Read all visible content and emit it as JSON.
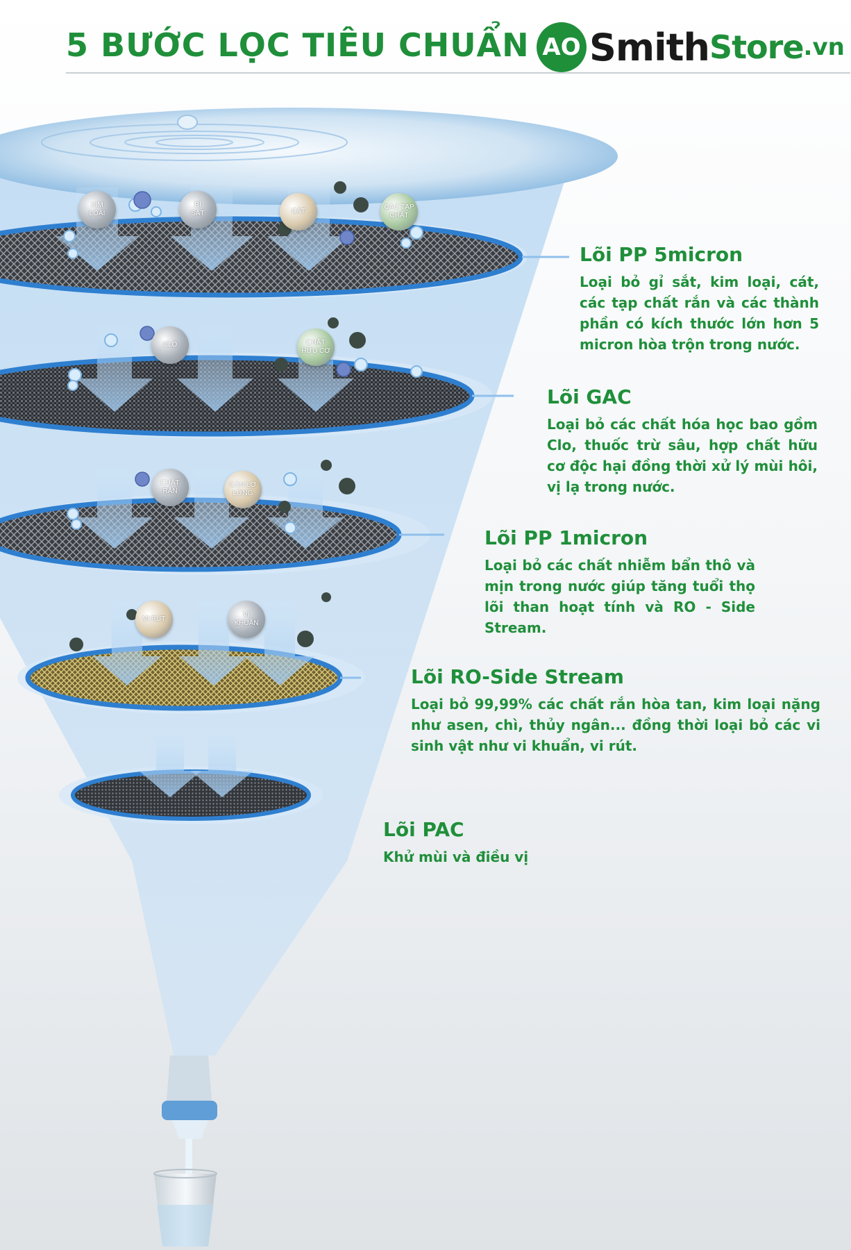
{
  "header": {
    "title": "5 BƯỚC LỌC TIÊU CHUẨN",
    "logo_badge": "AO",
    "logo_smith": "Smith",
    "logo_store": "Store",
    "logo_tld": ".vn"
  },
  "stages": [
    {
      "title": "Lõi PP 5micron",
      "description": "Loại bỏ gỉ sắt, kim loại, cát, các tạp chất rắn và các thành phần có kích thước lớn hơn 5 micron hòa trộn trong nước."
    },
    {
      "title": "Lõi GAC",
      "description": "Loại bỏ các chất hóa học bao gồm Clo, thuốc trừ sâu, hợp chất hữu cơ độc hại đồng thời xử lý mùi hôi, vị lạ trong nước."
    },
    {
      "title": "Lõi PP 1micron",
      "description": "Loại bỏ các chất nhiễm bẩn thô và mịn trong nước giúp tăng tuổi thọ lõi than hoạt tính và RO - Side Stream."
    },
    {
      "title": "Lõi RO-Side Stream",
      "description": "Loại bỏ 99,99% các chất rắn hòa tan, kim loại nặng như asen, chì, thủy ngân... đồng thời loại bỏ các vi sinh vật như vi khuẩn, vi rút."
    },
    {
      "title": "Lõi PAC",
      "description": "Khử mùi và điều vị"
    }
  ],
  "contaminants": {
    "kim_loai": [
      "KIM",
      "LOẠI"
    ],
    "ri_sat": [
      "RỈ",
      "SẮT"
    ],
    "cat": [
      "CÁT"
    ],
    "cac_tap_chat": [
      "CÁC TẠP",
      "CHẤT"
    ],
    "clo": [
      "CLO"
    ],
    "chat_huu_co": [
      "CHẤT",
      "HỮU CƠ"
    ],
    "chat_ran": [
      "CHẤT",
      "RẮN"
    ],
    "can_lo_lung": [
      "CẶN LƠ",
      "LỬNG"
    ],
    "vi_rut": [
      "VI RÚT"
    ],
    "vi_khuan": [
      "VI",
      "KHUẨN"
    ]
  },
  "colors": {
    "brand_green": "#1f8f3a",
    "water_blue": "#3b8fd8",
    "bubble_green": "#a8c9a0",
    "bubble_gray": "#a9b0b8",
    "bubble_tan": "#d8c8aa"
  }
}
